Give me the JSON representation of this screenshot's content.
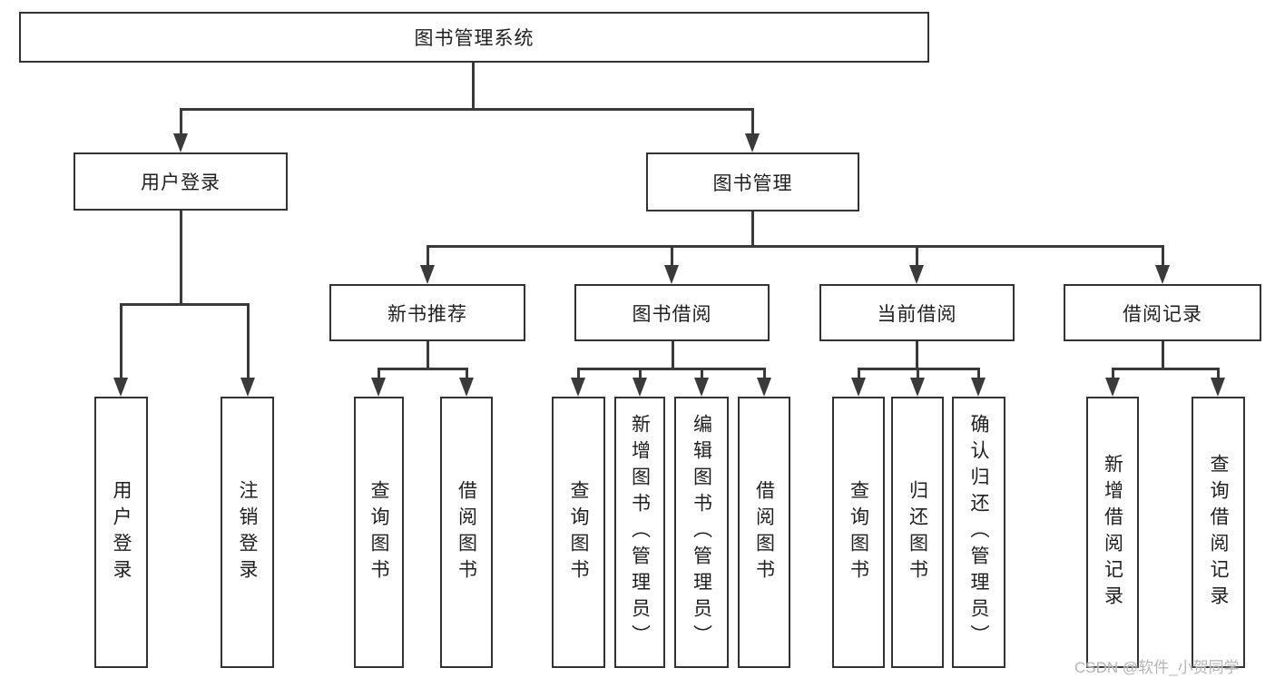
{
  "tree": {
    "label": "图书管理系统",
    "children": [
      {
        "label": "用户登录",
        "children": [
          {
            "label": "用户登录"
          },
          {
            "label": "注销登录"
          }
        ]
      },
      {
        "label": "图书管理",
        "children": [
          {
            "label": "新书推荐",
            "children": [
              {
                "label": "查询图书"
              },
              {
                "label": "借阅图书"
              }
            ]
          },
          {
            "label": "图书借阅",
            "children": [
              {
                "label": "查询图书"
              },
              {
                "label": "新增图书（管理员）"
              },
              {
                "label": "编辑图书（管理员）"
              },
              {
                "label": "借阅图书"
              }
            ]
          },
          {
            "label": "当前借阅",
            "children": [
              {
                "label": "查询图书"
              },
              {
                "label": "归还图书"
              },
              {
                "label": "确认归还（管理员）"
              }
            ]
          },
          {
            "label": "借阅记录",
            "children": [
              {
                "label": "新增借阅记录"
              },
              {
                "label": "查询借阅记录"
              }
            ]
          }
        ]
      }
    ]
  },
  "watermark": "CSDN @软件_小贺同学",
  "colors": {
    "background": "#ffffff",
    "box_border": "#333333",
    "connector": "#3a3a3a",
    "text": "#1f1f1f",
    "watermark": "#b5b5b5"
  }
}
